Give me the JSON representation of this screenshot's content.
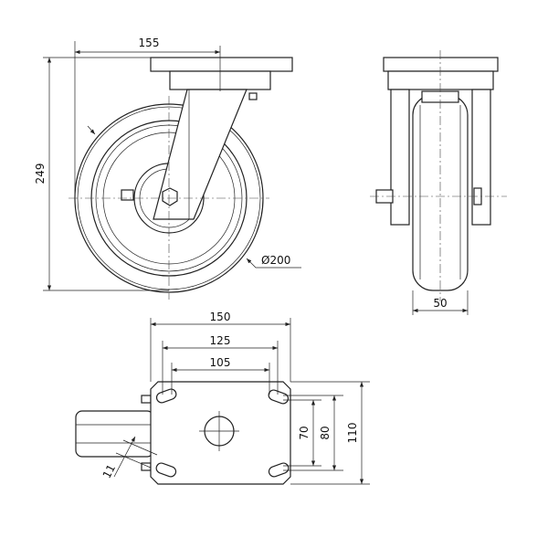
{
  "title": "Swivel caster technical drawing",
  "front_view": {
    "dim_width": "155",
    "dim_height": "249",
    "dim_diameter": "Ø200"
  },
  "side_view": {
    "dim_wheel_width": "50"
  },
  "top_view": {
    "dim_plate_length": "150",
    "dim_hole_spacing_outer": "125",
    "dim_hole_spacing_inner": "105",
    "dim_hole_spacing_v_inner": "70",
    "dim_hole_spacing_v_outer": "80",
    "dim_plate_width": "110",
    "dim_slot": "11"
  }
}
